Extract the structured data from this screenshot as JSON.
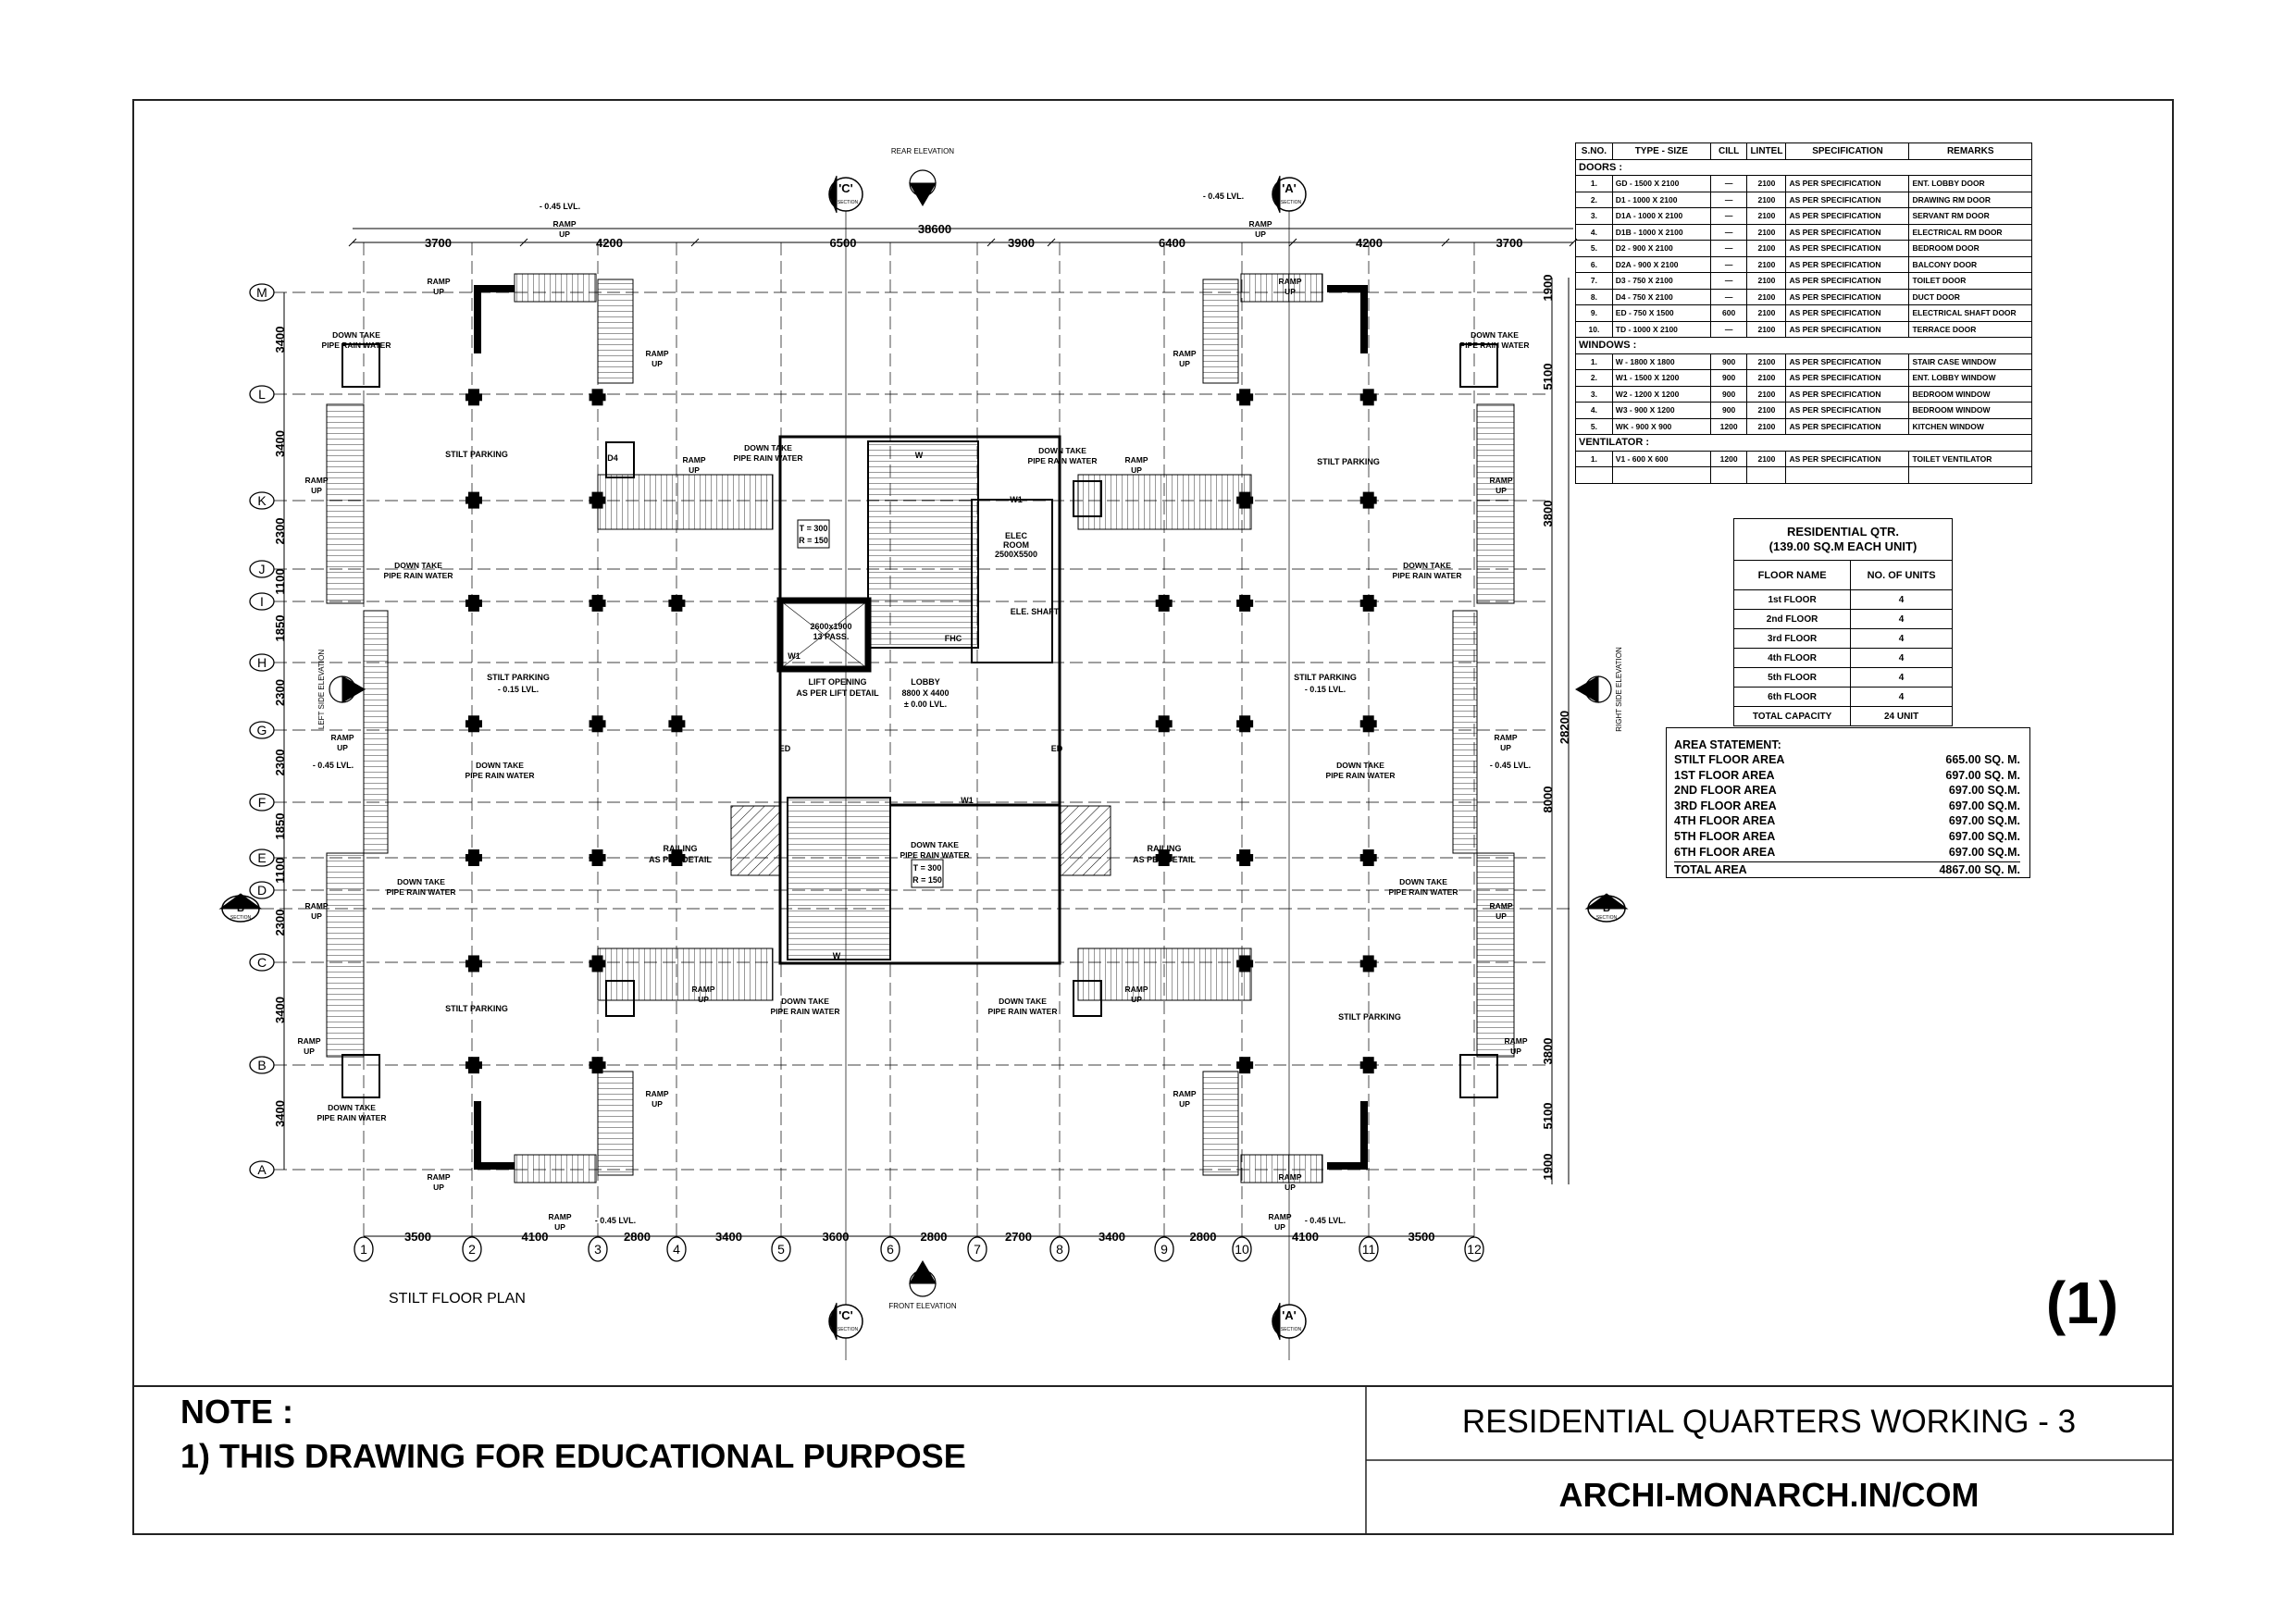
{
  "plan": {
    "title": "STILT FLOOR PLAN",
    "sheet_number": "(1)",
    "grid_columns": [
      "1",
      "2",
      "3",
      "4",
      "5",
      "6",
      "7",
      "8",
      "9",
      "10",
      "11",
      "12"
    ],
    "grid_rows": [
      "M",
      "L",
      "K",
      "J",
      "I",
      "H",
      "G",
      "F",
      "E",
      "D",
      "C",
      "B",
      "A"
    ],
    "top_dims": [
      "3700",
      "4200",
      "6500",
      "3900",
      "6400",
      "4200",
      "3700"
    ],
    "top_overall": "38600",
    "bottom_dims": [
      "3500",
      "4100",
      "2800",
      "3400",
      "3600",
      "2800",
      "2700",
      "3400",
      "2800",
      "4100",
      "3500"
    ],
    "left_dims": [
      "3400",
      "3400",
      "2300",
      "1100",
      "1850",
      "2300",
      "2300",
      "1850",
      "1100",
      "2300",
      "3400",
      "3400"
    ],
    "right_dims": [
      "1900",
      "5100",
      "3800",
      "8000",
      "3800",
      "5100",
      "1900"
    ],
    "right_overall": "28200",
    "sections": {
      "a": "'A'",
      "b": "'B'",
      "c": "'C'",
      "section_word": "SECTION"
    },
    "elevations": {
      "rear": "REAR ELEVATION",
      "front": "FRONT ELEVATION",
      "left": "LEFT SIDE ELEVATION",
      "right": "RIGHT SIDE ELEVATION"
    },
    "labels": {
      "stilt_parking": "STILT PARKING",
      "stilt_parking_lvl": "STILT PARKING",
      "lvl_015": "- 0.15 LVL.",
      "lvl_045": "- 0.45 LVL.",
      "ramp": "RAMP",
      "up": "UP",
      "down_take_1": "DOWN TAKE",
      "down_take_2": "PIPE RAIN WATER",
      "lobby_1": "LOBBY",
      "lobby_2": "8800 X 4400",
      "lobby_3": "± 0.00 LVL.",
      "elec_1": "ELEC",
      "elec_2": "ROOM",
      "elec_3": "2500X5500",
      "lift_1": "LIFT OPENING",
      "lift_2": "AS PER LIFT DETAIL",
      "lift_size_1": "2600x1900",
      "lift_size_2": "13 PASS.",
      "tr_1": "T = 300",
      "tr_2": "R = 150",
      "railing_1": "RAILING",
      "railing_2": "AS PER DETAIL",
      "fhc": "FHC",
      "elec_shaft": "ELE. SHAFT",
      "w": "W",
      "w1": "W1",
      "ed": "ED",
      "d4": "D4"
    }
  },
  "schedule": {
    "headers": [
      "S.NO.",
      "TYPE - SIZE",
      "CILL",
      "LINTEL",
      "SPECIFICATION",
      "REMARKS"
    ],
    "sections": [
      {
        "title": "DOORS :",
        "rows": [
          [
            "1.",
            "GD - 1500 X 2100",
            "—",
            "2100",
            "AS PER SPECIFICATION",
            "ENT. LOBBY DOOR"
          ],
          [
            "2.",
            "D1 - 1000 X 2100",
            "—",
            "2100",
            "AS PER SPECIFICATION",
            "DRAWING RM DOOR"
          ],
          [
            "3.",
            "D1A - 1000 X 2100",
            "—",
            "2100",
            "AS PER SPECIFICATION",
            "SERVANT RM DOOR"
          ],
          [
            "4.",
            "D1B - 1000 X 2100",
            "—",
            "2100",
            "AS PER SPECIFICATION",
            "ELECTRICAL RM DOOR"
          ],
          [
            "5.",
            "D2 - 900 X 2100",
            "—",
            "2100",
            "AS PER SPECIFICATION",
            "BEDROOM DOOR"
          ],
          [
            "6.",
            "D2A - 900 X 2100",
            "—",
            "2100",
            "AS PER SPECIFICATION",
            "BALCONY DOOR"
          ],
          [
            "7.",
            "D3 - 750 X 2100",
            "—",
            "2100",
            "AS PER SPECIFICATION",
            "TOILET DOOR"
          ],
          [
            "8.",
            "D4 - 750 X 2100",
            "—",
            "2100",
            "AS PER SPECIFICATION",
            "DUCT DOOR"
          ],
          [
            "9.",
            "ED - 750 X 1500",
            "600",
            "2100",
            "AS PER SPECIFICATION",
            "ELECTRICAL SHAFT DOOR"
          ],
          [
            "10.",
            "TD - 1000 X 2100",
            "—",
            "2100",
            "AS PER SPECIFICATION",
            "TERRACE DOOR"
          ]
        ]
      },
      {
        "title": "WINDOWS :",
        "rows": [
          [
            "1.",
            "W - 1800 X 1800",
            "900",
            "2100",
            "AS PER SPECIFICATION",
            "STAIR CASE WINDOW"
          ],
          [
            "2.",
            "W1 - 1500 X 1200",
            "900",
            "2100",
            "AS PER SPECIFICATION",
            "ENT. LOBBY WINDOW"
          ],
          [
            "3.",
            "W2 - 1200 X 1200",
            "900",
            "2100",
            "AS PER SPECIFICATION",
            "BEDROOM WINDOW"
          ],
          [
            "4.",
            "W3 - 900 X 1200",
            "900",
            "2100",
            "AS PER SPECIFICATION",
            "BEDROOM WINDOW"
          ],
          [
            "5.",
            "WK - 900 X 900",
            "1200",
            "2100",
            "AS PER SPECIFICATION",
            "KITCHEN WINDOW"
          ]
        ]
      },
      {
        "title": "VENTILATOR :",
        "rows": [
          [
            "1.",
            "V1 - 600 X 600",
            "1200",
            "2100",
            "AS PER SPECIFICATION",
            "TOILET VENTILATOR"
          ]
        ]
      }
    ]
  },
  "residential": {
    "title_1": "RESIDENTIAL QTR.",
    "title_2": "(139.00 SQ.M EACH UNIT)",
    "col_floor": "FLOOR NAME",
    "col_units": "NO. OF UNITS",
    "rows": [
      [
        "1st FLOOR",
        "4"
      ],
      [
        "2nd FLOOR",
        "4"
      ],
      [
        "3rd FLOOR",
        "4"
      ],
      [
        "4th FLOOR",
        "4"
      ],
      [
        "5th FLOOR",
        "4"
      ],
      [
        "6th FLOOR",
        "4"
      ]
    ],
    "total_label": "TOTAL CAPACITY",
    "total_value": "24 UNIT"
  },
  "area_statement": {
    "title": "AREA STATEMENT:",
    "rows": [
      [
        "STILT FLOOR AREA",
        "665.00 SQ. M."
      ],
      [
        "1ST FLOOR AREA",
        "697.00 SQ. M."
      ],
      [
        "2ND FLOOR AREA",
        "697.00 SQ.M."
      ],
      [
        "3RD FLOOR AREA",
        "697.00 SQ.M."
      ],
      [
        "4TH FLOOR AREA",
        "697.00 SQ.M."
      ],
      [
        "5TH FLOOR AREA",
        "697.00 SQ.M."
      ],
      [
        "6TH FLOOR AREA",
        "697.00 SQ.M."
      ]
    ],
    "total_label": "TOTAL AREA",
    "total_value": "4867.00 SQ. M."
  },
  "title_block": {
    "note_heading": "NOTE :",
    "note_1": "1) THIS DRAWING FOR EDUCATIONAL PURPOSE",
    "drawing_title": "RESIDENTIAL QUARTERS WORKING - 3",
    "website": "ARCHI-MONARCH.IN/COM"
  }
}
